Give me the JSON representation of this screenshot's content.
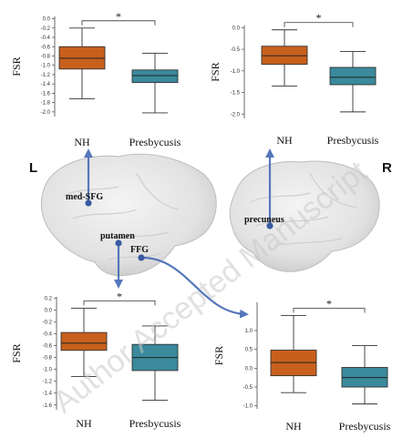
{
  "watermark": "Author Accepted Manuscript",
  "hemispheres": {
    "left": "L",
    "right": "R"
  },
  "regions": {
    "med_sfg": "med-SFG",
    "putamen": "putamen",
    "ffg": "FFG",
    "precuneus": "precuneus"
  },
  "colors": {
    "nh_box": "#c8601c",
    "presbycusis_box": "#3a8a9c",
    "arrow": "#5577bb",
    "region_dot": "#3a5aa0",
    "brain": "#e4e4e4"
  },
  "chart_data": [
    {
      "id": "med-sfg",
      "type": "box",
      "ylabel": "FSR",
      "categories": [
        "NH",
        "Presbycusis"
      ],
      "yticks": [
        "-2.0",
        "-1.8",
        "-1.6",
        "-1.4",
        "-1.2",
        "-1.0",
        "-0.8",
        "-0.6",
        "-0.4",
        "-0.2",
        "0.0"
      ],
      "ylim": [
        -2.1,
        0.05
      ],
      "significance": "*",
      "boxes": [
        {
          "min": -1.72,
          "q1": -1.08,
          "median": -0.85,
          "q3": -0.6,
          "max": -0.2
        },
        {
          "min": -2.02,
          "q1": -1.37,
          "median": -1.22,
          "q3": -1.1,
          "max": -0.74
        }
      ]
    },
    {
      "id": "precuneus",
      "type": "box",
      "ylabel": "FSR",
      "categories": [
        "NH",
        "Presbycusis"
      ],
      "yticks": [
        "-2.0",
        "-1.5",
        "-1.0",
        "-0.5",
        "0.0"
      ],
      "ylim": [
        -2.1,
        0.05
      ],
      "significance": "*",
      "boxes": [
        {
          "min": -1.35,
          "q1": -0.85,
          "median": -0.65,
          "q3": -0.43,
          "max": -0.05
        },
        {
          "min": -1.95,
          "q1": -1.32,
          "median": -1.15,
          "q3": -0.92,
          "max": -0.55
        }
      ]
    },
    {
      "id": "putamen",
      "type": "box",
      "ylabel": "FSR",
      "categories": [
        "NH",
        "Presbycusis"
      ],
      "yticks": [
        "-1.6",
        "-1.4",
        "-1.2",
        "-1.0",
        "-0.8",
        "-0.6",
        "-0.4",
        "-0.2",
        "0.0",
        "0.2"
      ],
      "ylim": [
        -1.68,
        0.22
      ],
      "significance": "*",
      "boxes": [
        {
          "min": -1.12,
          "q1": -0.68,
          "median": -0.56,
          "q3": -0.38,
          "max": 0.03
        },
        {
          "min": -1.52,
          "q1": -1.02,
          "median": -0.8,
          "q3": -0.58,
          "max": -0.27
        }
      ]
    },
    {
      "id": "ffg",
      "type": "box",
      "ylabel": "FSR",
      "categories": [
        "NH",
        "Presbycusis"
      ],
      "yticks": [
        "-1.0",
        "-0.5",
        "0.0",
        "0.5",
        "1.0"
      ],
      "ylim": [
        -1.08,
        1.75
      ],
      "significance": "*",
      "boxes": [
        {
          "min": -0.65,
          "q1": -0.2,
          "median": 0.15,
          "q3": 0.48,
          "max": 1.4
        },
        {
          "min": -0.95,
          "q1": -0.5,
          "median": -0.25,
          "q3": 0.02,
          "max": 0.6
        }
      ]
    }
  ]
}
